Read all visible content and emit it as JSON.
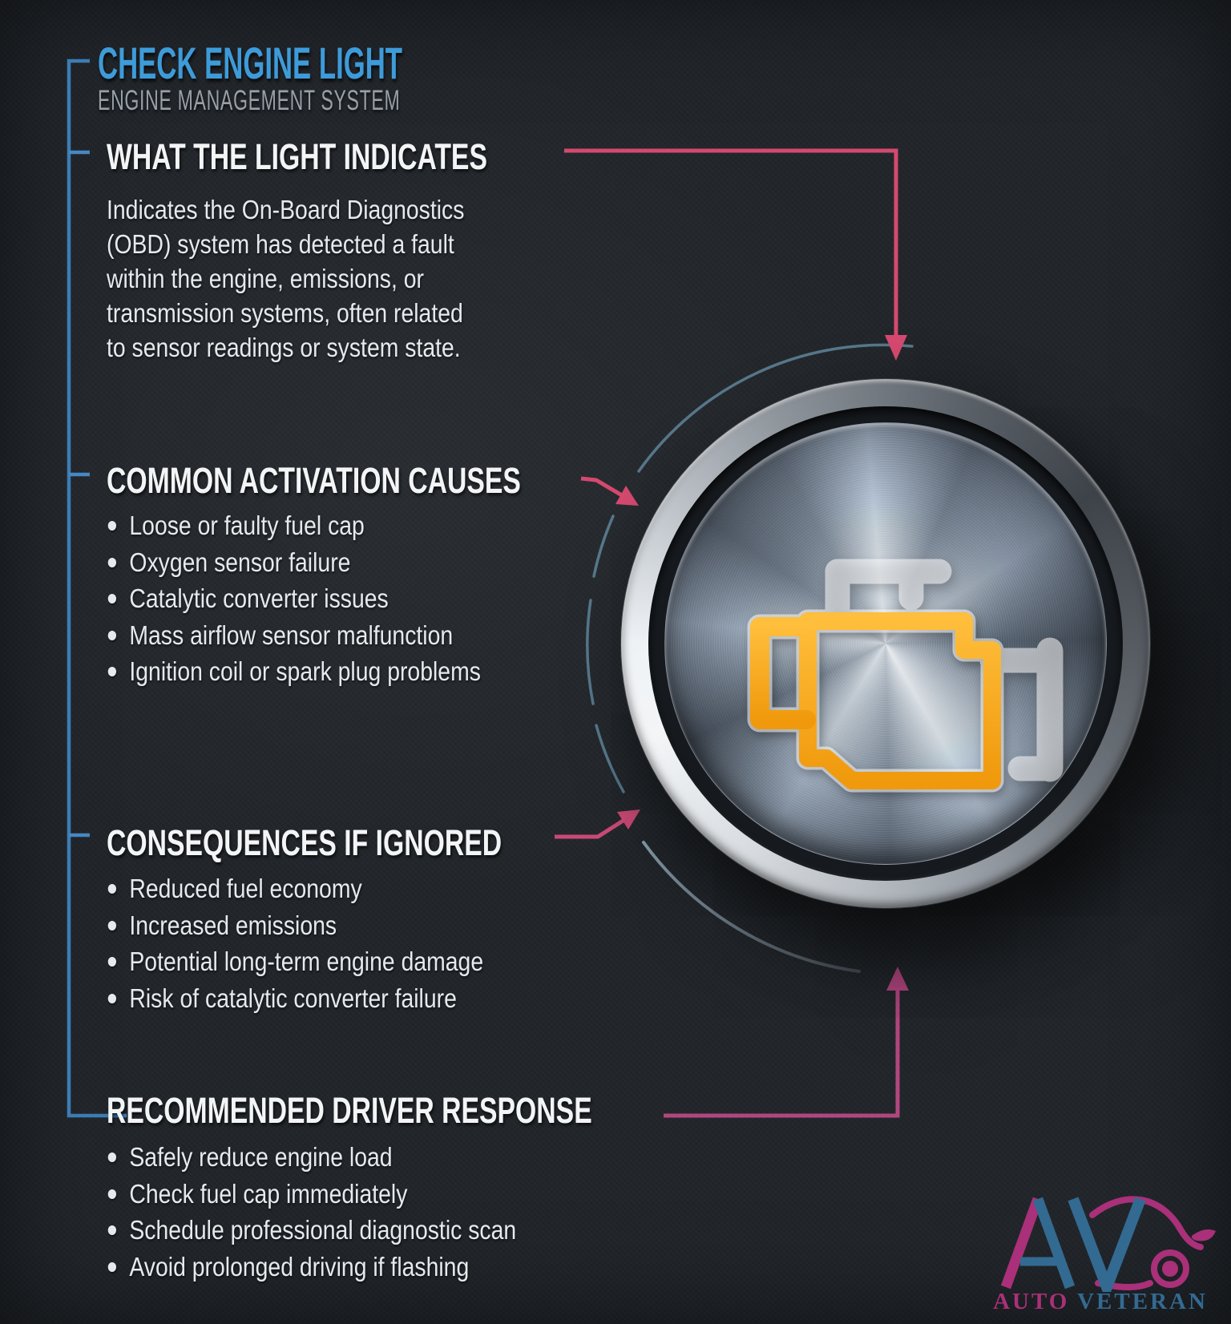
{
  "header": {
    "title": "CHECK ENGINE LIGHT",
    "subtitle": "ENGINE MANAGEMENT SYSTEM"
  },
  "sections": [
    {
      "heading": "WHAT THE LIGHT INDICATES",
      "body_lines": [
        "Indicates the On-Board Diagnostics",
        "(OBD) system has detected a fault",
        "within the engine, emissions, or",
        "transmission systems, often related",
        "to sensor readings or system state."
      ]
    },
    {
      "heading": "COMMON ACTIVATION CAUSES",
      "bullets": [
        "Loose or faulty fuel cap",
        "Oxygen sensor failure",
        "Catalytic converter issues",
        "Mass airflow sensor malfunction",
        "Ignition coil or spark plug problems"
      ]
    },
    {
      "heading": "CONSEQUENCES IF IGNORED",
      "bullets": [
        "Reduced fuel economy",
        "Increased emissions",
        "Potential long-term engine damage",
        "Risk of catalytic converter failure"
      ]
    },
    {
      "heading": "RECOMMENDED DRIVER RESPONSE",
      "bullets": [
        "Safely reduce engine load",
        "Check fuel cap immediately",
        "Schedule professional diagnostic scan",
        "Avoid prolonged driving if flashing"
      ]
    }
  ],
  "illustration": {
    "type": "metallic check-engine button",
    "icon": "engine-warning-icon"
  },
  "logo": {
    "monogram": "AV",
    "word_primary": "AUTO",
    "word_secondary": "VETERAN"
  },
  "colors": {
    "background": "#22262b",
    "title_blue": "#3e9bd9",
    "heading_white": "#f2f4f6",
    "body_text": "#e7eaec",
    "subtitle_gray": "#98a0a8",
    "rail_blue": "#3c7cb4",
    "arrow_pink": "#d5496f",
    "arrow_magenta": "#b2467f",
    "arc_blue": "#5d8196",
    "engine_amber": "#f7a41c",
    "logo_magenta": "#a93079",
    "logo_blue": "#336a91"
  }
}
